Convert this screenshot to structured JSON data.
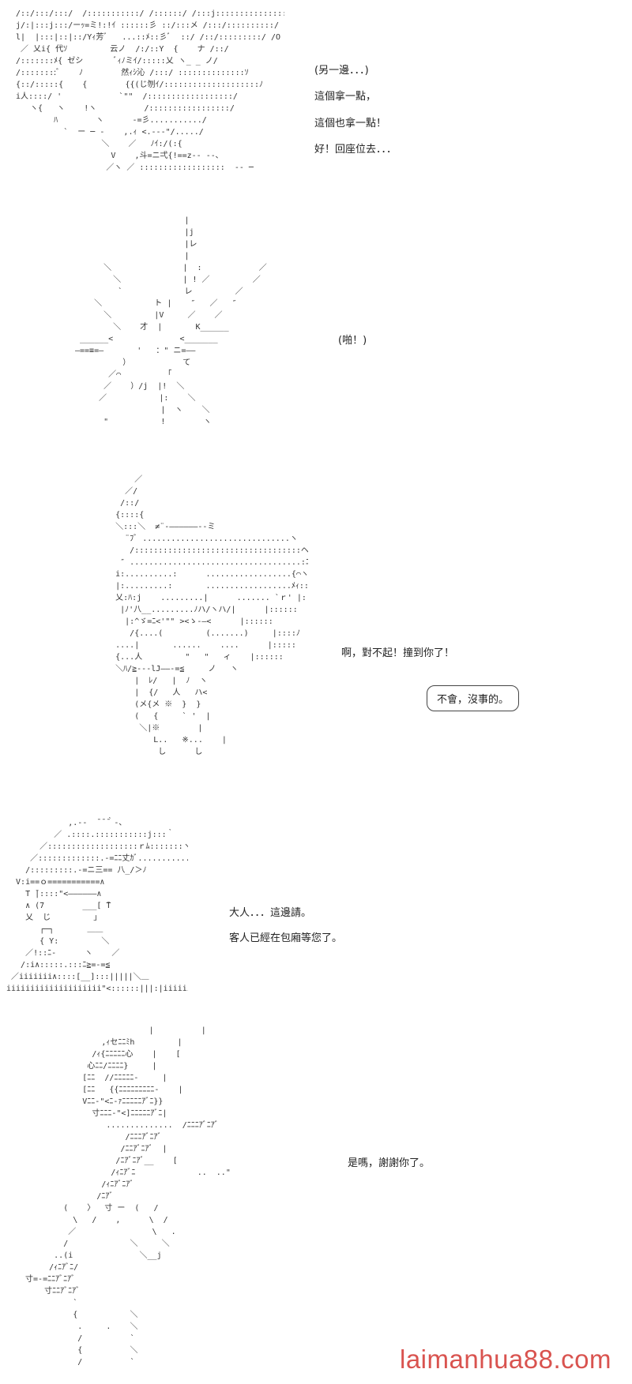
{
  "panels": [
    {
      "lines": [
        "(另一邊．．．)",
        "這個拿一點，",
        "這個也拿一點！",
        "好！回座位去．．．"
      ]
    },
    {
      "lines": [
        "(啪！)"
      ]
    },
    {
      "lines": [
        "啊，對不起！撞到你了！"
      ],
      "bubble": "不會，沒事的。"
    },
    {
      "lines": [
        "大人．．．這邊請。",
        "客人已經在包廂等您了。"
      ]
    },
    {
      "lines": [
        "是嗎，謝謝你了。"
      ]
    }
  ],
  "watermark": "laimanhua88.com"
}
